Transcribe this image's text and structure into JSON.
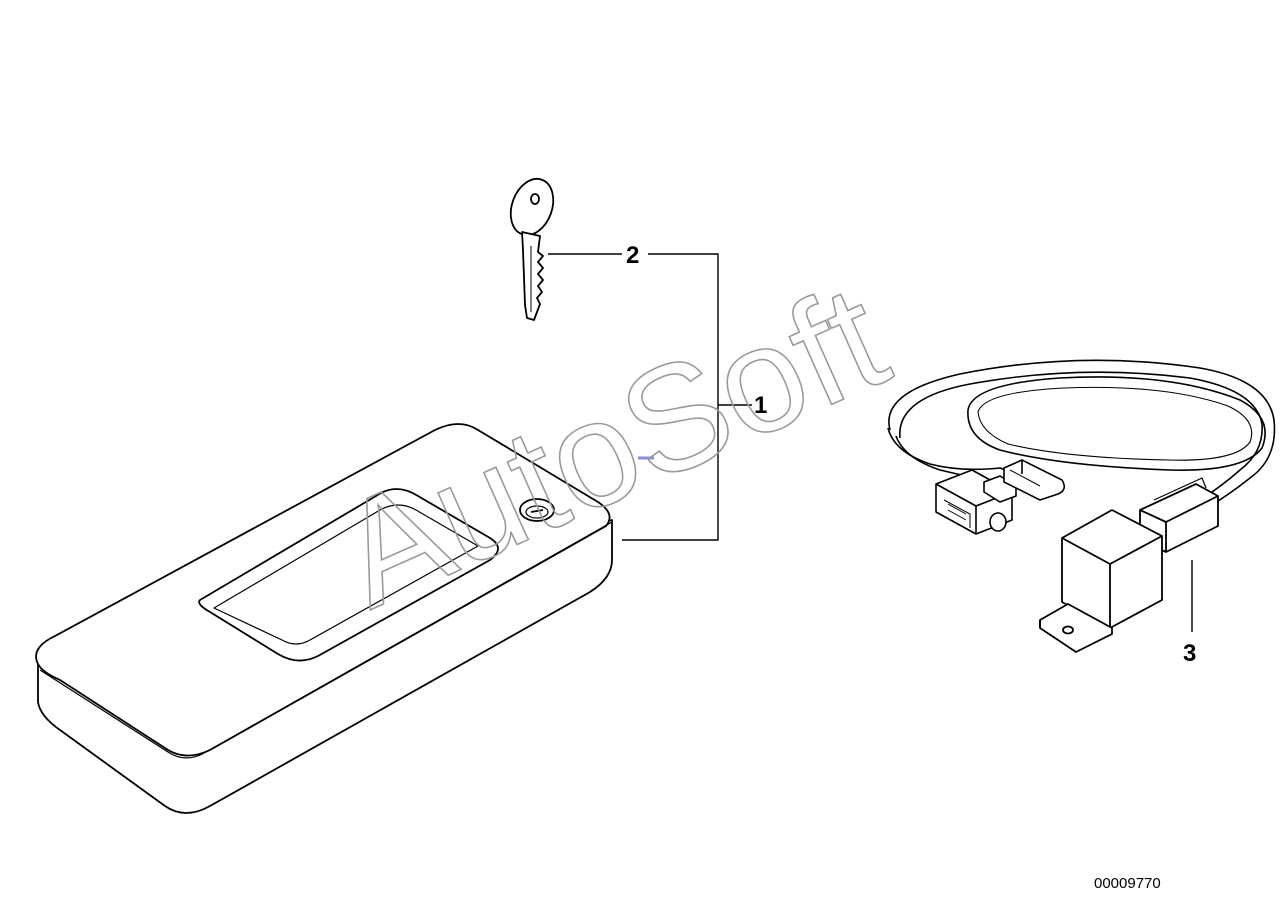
{
  "diagram": {
    "callouts": {
      "c1": "1",
      "c2": "2",
      "c3": "3"
    },
    "diagram_id": "00009770",
    "watermark": "AutoSoft"
  }
}
